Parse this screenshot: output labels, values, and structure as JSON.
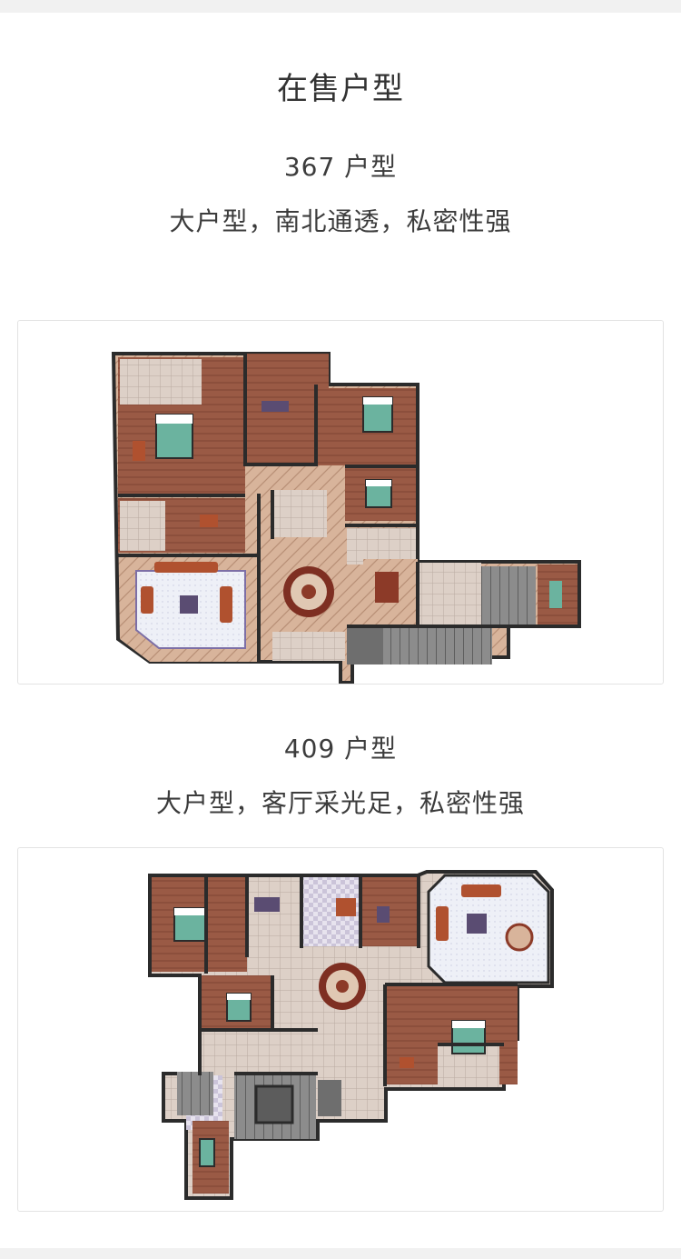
{
  "section": {
    "title": "在售户型"
  },
  "units": [
    {
      "name": "367 户型",
      "desc": "大户型，南北通透，私密性强",
      "image_label": "367户型平面图"
    },
    {
      "name": "409 户型",
      "desc": "大户型，客厅采光足，私密性强",
      "image_label": "409户型平面图"
    }
  ],
  "colors": {
    "page_bg": "#f1f1f1",
    "card_bg": "#ffffff",
    "wall": "#2b2b2b",
    "wood_floor": "#9a5a45",
    "tile_floor": "#ddd0c7",
    "parquet": "#d8b49b",
    "carpet": "#eef0f7",
    "bed": "#6bb39f",
    "sofa": "#b0512f",
    "stair": "#707070"
  }
}
